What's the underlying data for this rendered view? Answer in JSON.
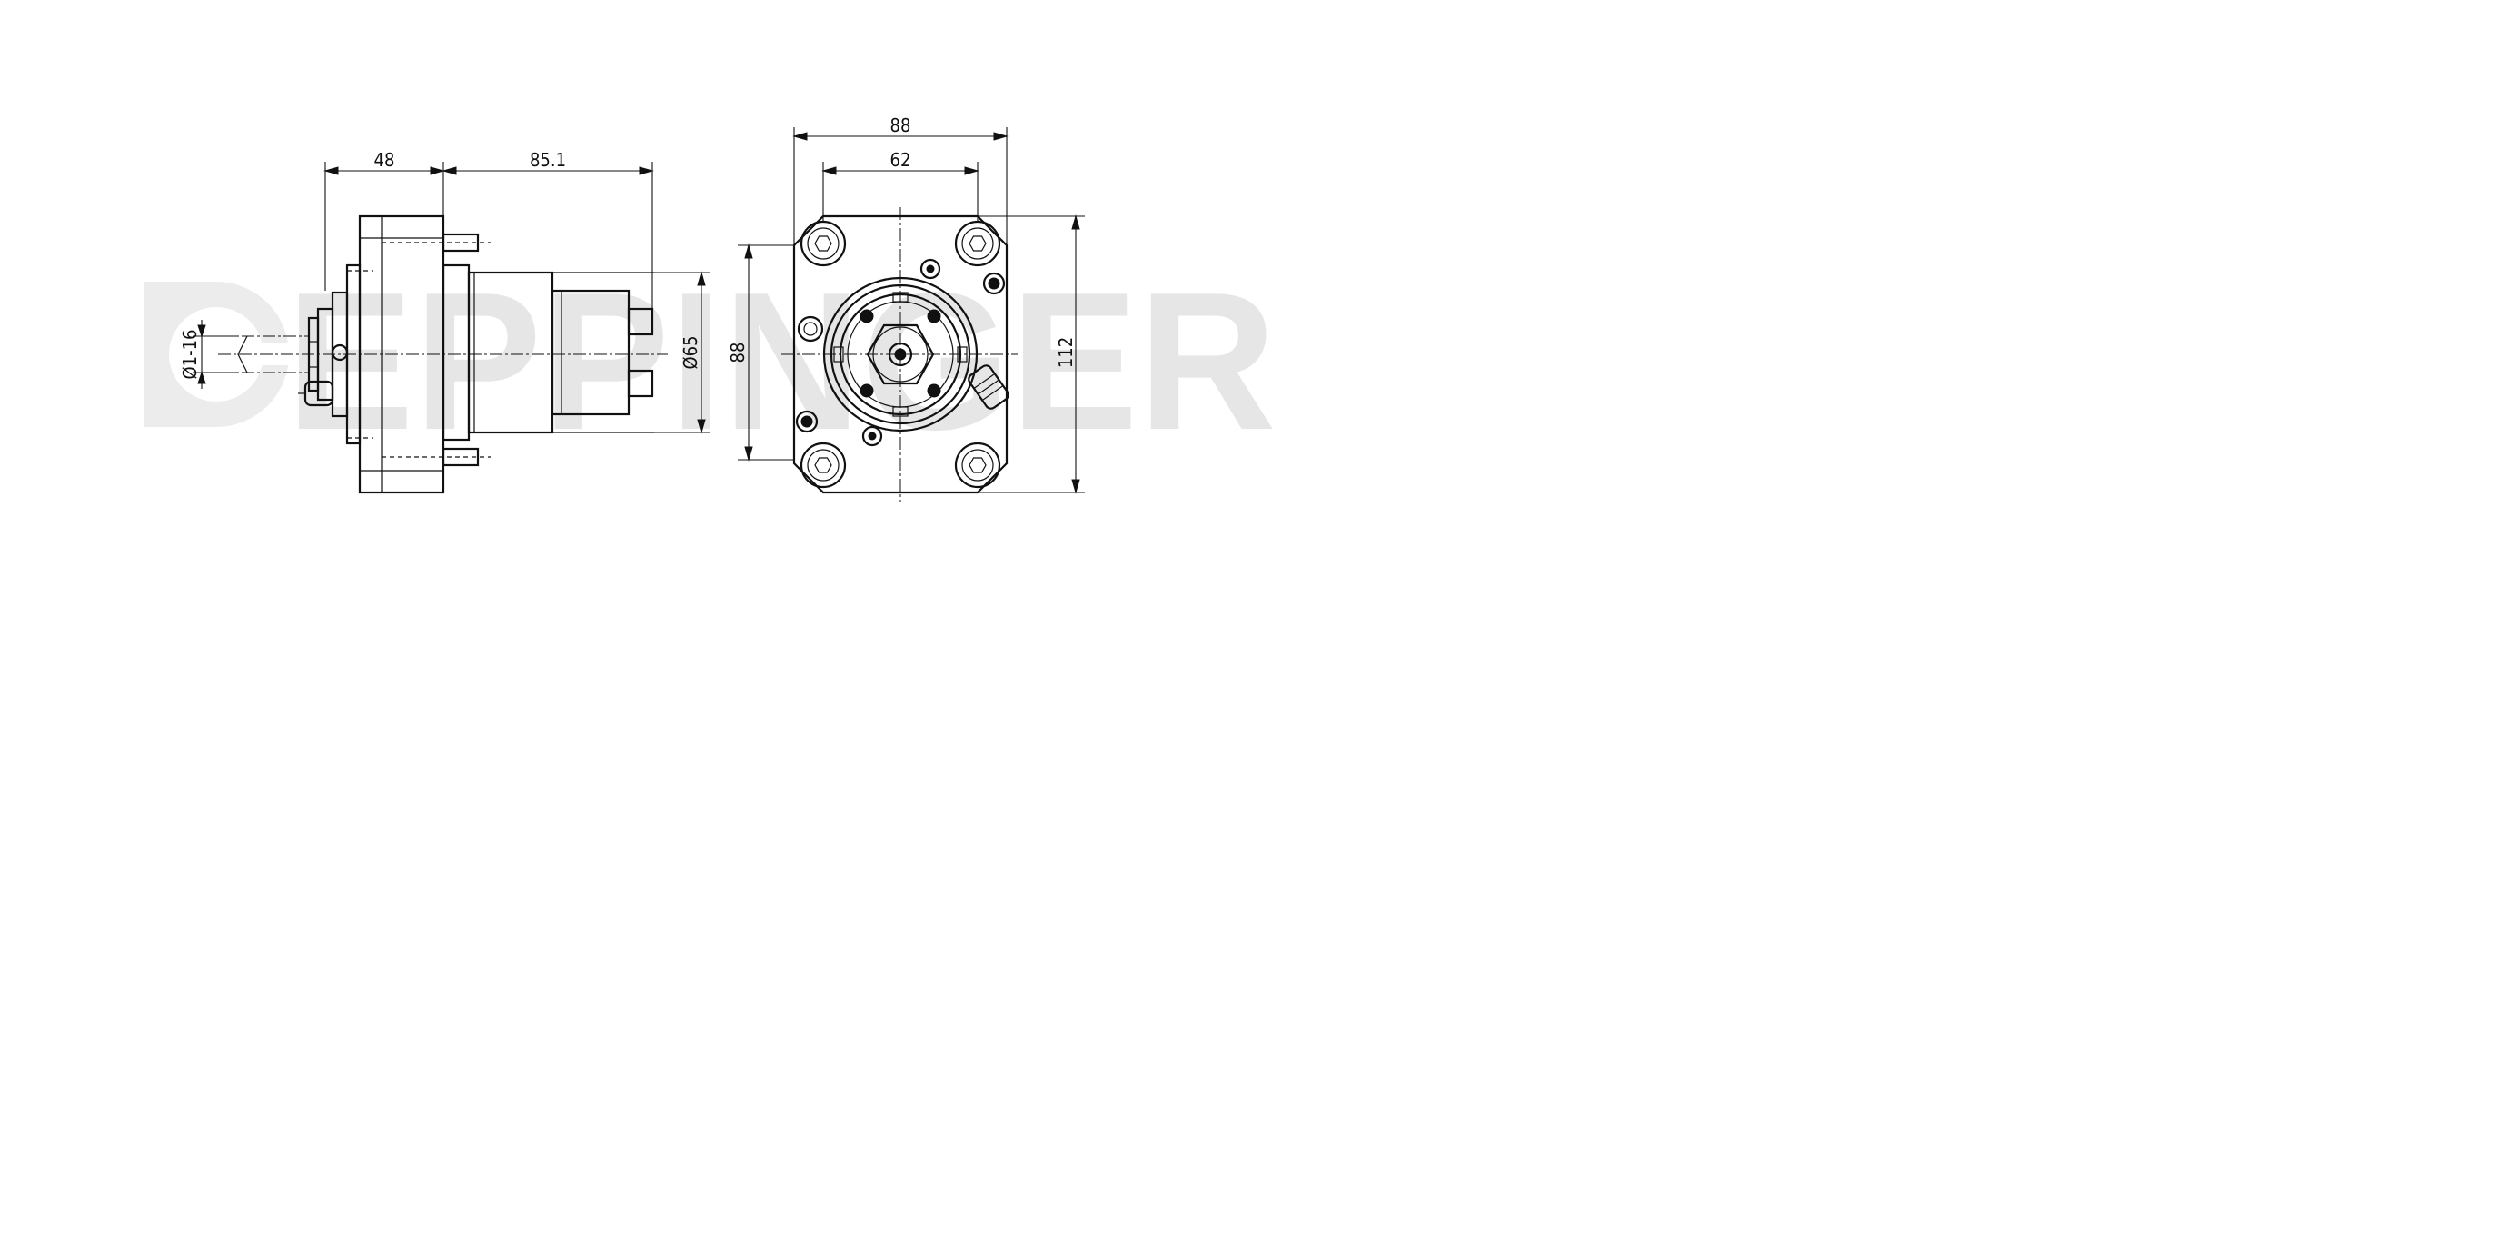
{
  "watermark": {
    "brand": "EPPINGER",
    "color": "#e6e6e6"
  },
  "side_view": {
    "dim_length_flange": "48",
    "dim_length_body": "85.1",
    "dim_collet_range": "Ø1-16",
    "dim_body_diameter": "Ø65"
  },
  "front_view": {
    "dim_width_outer": "88",
    "dim_bolt_spacing": "62",
    "dim_height_body": "88",
    "dim_height_total": "112"
  },
  "colors": {
    "line": "#111111",
    "background": "#ffffff"
  }
}
